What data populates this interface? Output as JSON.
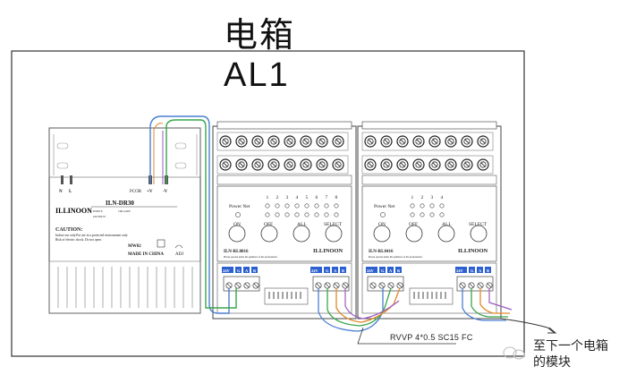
{
  "title": "电箱AL1",
  "power_supply": {
    "terminal_n": "N",
    "terminal_l": "L",
    "pcor": "PCOR",
    "plus_v": "+V",
    "minus_v": "-V",
    "brand": "ILLINOON",
    "model": "ILN-DR30",
    "input_label": "INPUT:",
    "input_value": "100-240V",
    "output_label": "OUTPUT:",
    "caution_title": "CAUTION:",
    "caution_line1": "Indoor use only.Put use in a protected environment only.",
    "caution_line2": "Risk of electric shock. Do not open.",
    "part_no": "MW02",
    "made_in": "MADE IN CHINA",
    "adj": "ADJ"
  },
  "module1": {
    "power_net": "Power Net",
    "channels": [
      "1",
      "2",
      "3",
      "4",
      "5",
      "6",
      "7",
      "8"
    ],
    "btn_on": "ON",
    "btn_off": "OFF",
    "btn_all": "ALL",
    "btn_select": "SELECT",
    "model": "ILN-RL0816",
    "brand": "ILLINOON",
    "note": "Please operate under the guidance of the professional.",
    "terminal_24v": "24V",
    "terminal_g": "G",
    "terminal_a": "A",
    "terminal_b": "B"
  },
  "module2": {
    "power_net": "Power Net",
    "channels": [
      "1",
      "2",
      "3",
      "4"
    ],
    "btn_on": "ON",
    "btn_off": "OFF",
    "btn_all": "ALL",
    "btn_select": "SELECT",
    "model": "ILN-RL0416",
    "brand": "ILLINOON",
    "note": "Please operate under the guidance of the professional.",
    "terminal_24v": "24V",
    "terminal_g": "G",
    "terminal_a": "A",
    "terminal_b": "B"
  },
  "cable_label": "RVVP 4*0.5  SC15 FC",
  "caption": "至下一个电箱的模块",
  "colors": {
    "wire_blue": "#4a7fd0",
    "wire_green": "#3aa64a",
    "wire_orange": "#e08a2a",
    "wire_purple": "#9b5bbf",
    "terminal_blue": "#2c5fcf"
  }
}
